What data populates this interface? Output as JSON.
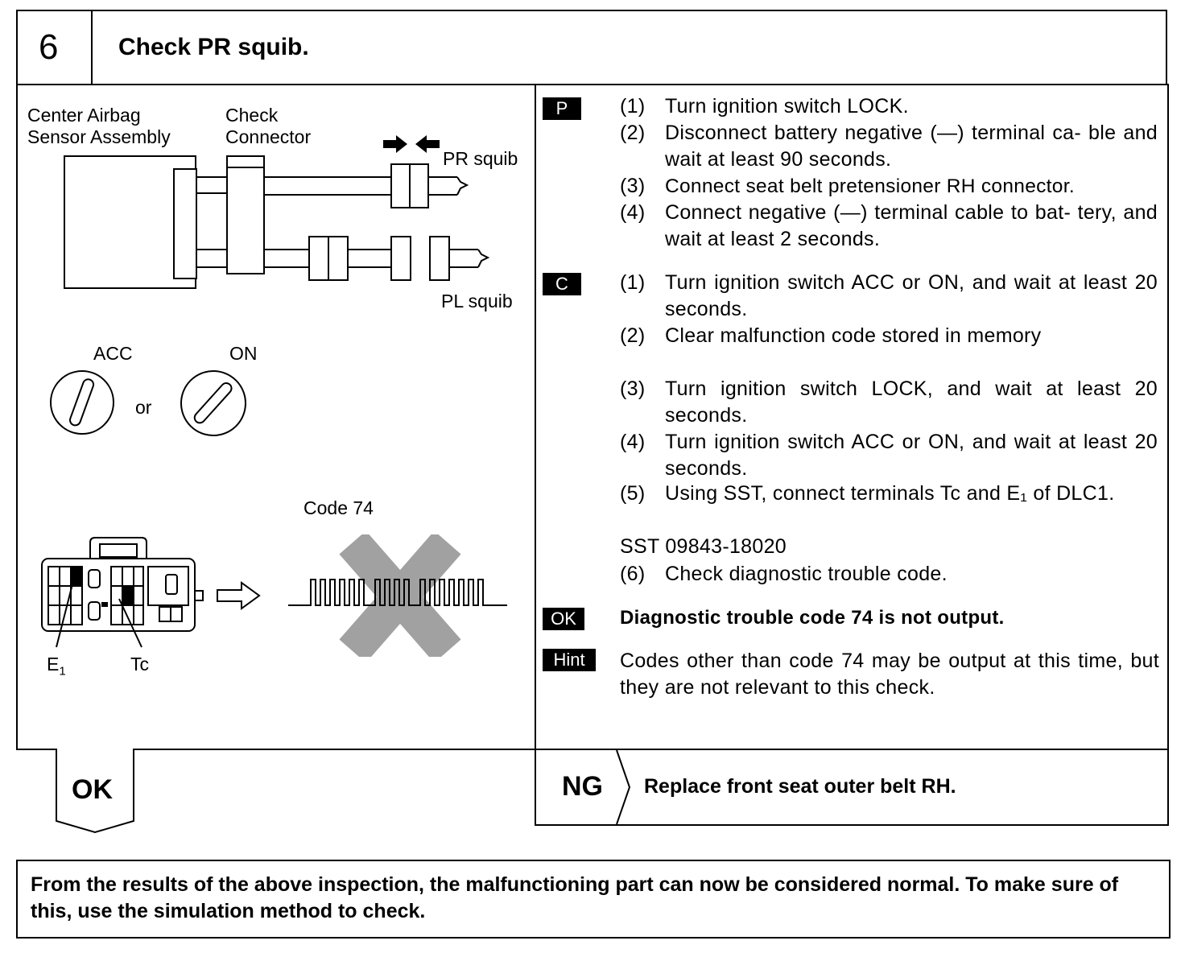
{
  "header": {
    "step_number": "6",
    "title": "Check PR squib."
  },
  "diagram": {
    "label_center_airbag": "Center Airbag\nSensor Assembly",
    "label_check_connector": "Check\nConnector",
    "label_pr_squib": "PR squib",
    "label_pl_squib": "PL squib",
    "label_acc": "ACC",
    "label_on": "ON",
    "label_or": "or",
    "label_code": "Code 74",
    "label_e1": "E",
    "label_e1_sub": "1",
    "label_tc": "Tc"
  },
  "procedure": {
    "p_badge": "P",
    "c_badge": "C",
    "ok_badge": "OK",
    "hint_badge": "Hint",
    "p_steps": [
      {
        "num": "(1)",
        "text": "Turn ignition switch LOCK."
      },
      {
        "num": "(2)",
        "text": "Disconnect battery negative (—) terminal ca- ble and wait at least 90 seconds."
      },
      {
        "num": "(3)",
        "text": "Connect seat belt pretensioner RH connector."
      },
      {
        "num": "(4)",
        "text": "Connect negative (—) terminal cable to bat- tery, and wait at least 2 seconds."
      }
    ],
    "c_steps": [
      {
        "num": "(1)",
        "text": "Turn ignition switch ACC or ON, and wait at least 20 seconds."
      },
      {
        "num": "(2)",
        "text": "Clear malfunction code stored in memory"
      },
      {
        "num": "(3)",
        "text": "Turn ignition switch LOCK, and wait at least 20 seconds."
      },
      {
        "num": "(4)",
        "text": "Turn ignition switch ACC or ON, and wait at least 20 seconds."
      },
      {
        "num": "(5)",
        "text": "Using SST, connect terminals Tc and E₁ of DLC1."
      }
    ],
    "sst": "SST 09843-18020",
    "c_step6": {
      "num": "(6)",
      "text": "Check diagnostic trouble code."
    },
    "ok_text": "Diagnostic trouble code 74 is not output.",
    "hint_text": "Codes other than code 74 may be output at this time, but they are not relevant to this check."
  },
  "results": {
    "ok_label": "OK",
    "ng_label": "NG",
    "ng_action": "Replace front seat outer belt RH."
  },
  "footer": {
    "text": "From the results of the above inspection, the malfunctioning part can now be considered normal. To make sure of this, use the simulation method to check."
  }
}
